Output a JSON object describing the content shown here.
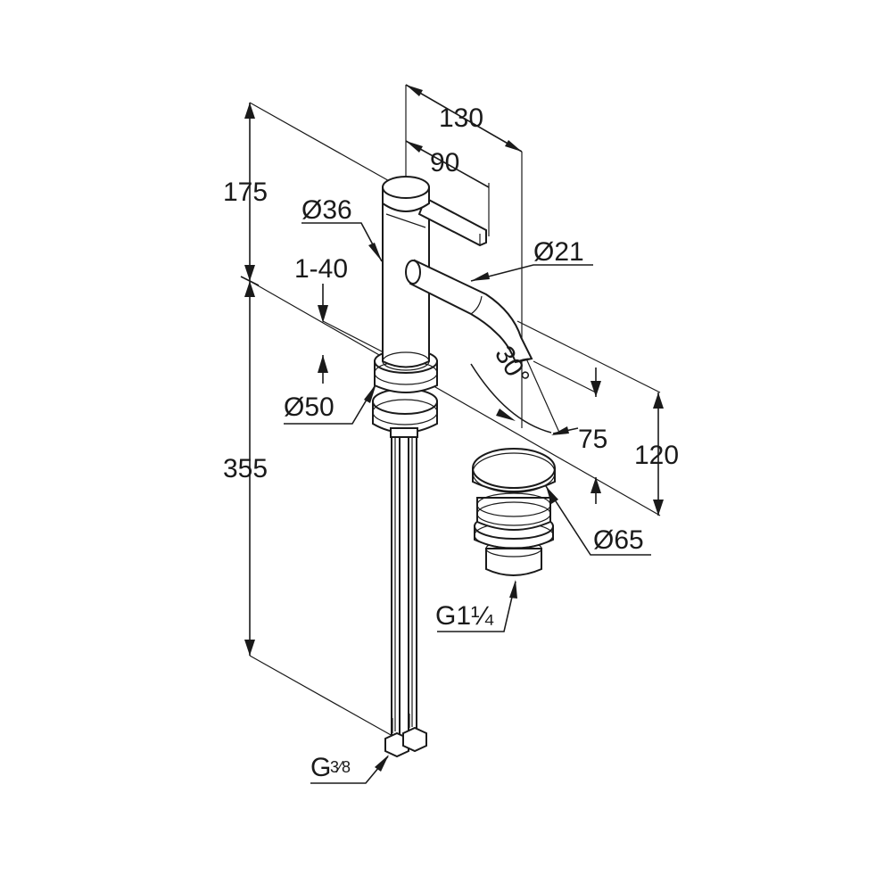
{
  "dimensions": {
    "d_130": "130",
    "d_90": "90",
    "d_175": "175",
    "d_36": "Ø36",
    "d_21": "Ø21",
    "d_1_40": "1-40",
    "d_30": "30°",
    "d_50": "Ø50",
    "d_75": "75",
    "d_120": "120",
    "d_355": "355",
    "d_65": "Ø65",
    "g_drain": "G1¼",
    "g_hose_main": "G",
    "g_hose_frac": "3⁄8"
  },
  "colors": {
    "line": "#1a1a1a",
    "background": "#ffffff"
  }
}
